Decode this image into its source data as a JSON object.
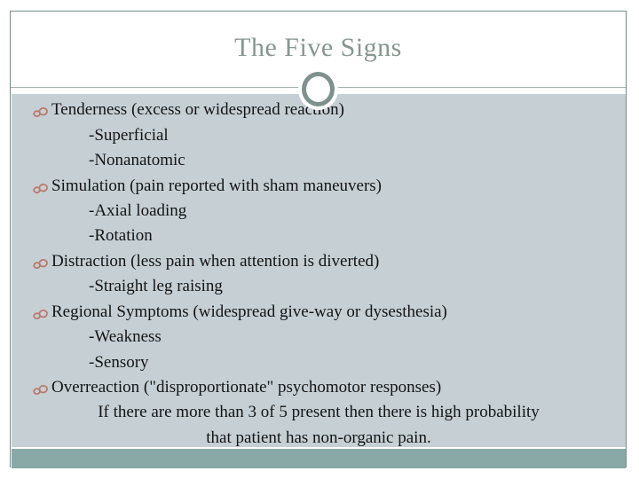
{
  "slide": {
    "title": "The Five Signs",
    "colors": {
      "frame-border": "#778a8a",
      "title-color": "#85978f",
      "rule-color": "#a2b0ad",
      "ring-color": "#7d918d",
      "panel-bg": "#c6d0d4",
      "band-color": "#89a9a7",
      "text-color": "#141414",
      "bullet-color": "#bb7a6e"
    },
    "lines": [
      {
        "type": "bullet",
        "text": "Tenderness (excess or widespread reaction)"
      },
      {
        "type": "sub",
        "text": "-Superficial"
      },
      {
        "type": "sub",
        "text": "-Nonanatomic"
      },
      {
        "type": "bullet",
        "text": "Simulation (pain reported with sham maneuvers)"
      },
      {
        "type": "sub",
        "text": "-Axial loading"
      },
      {
        "type": "sub",
        "text": "-Rotation"
      },
      {
        "type": "bullet",
        "text": "Distraction (less pain when attention is diverted)"
      },
      {
        "type": "sub",
        "text": "-Straight leg raising"
      },
      {
        "type": "bullet",
        "text": "Regional Symptoms (widespread give-way or dysesthesia)"
      },
      {
        "type": "sub",
        "text": "-Weakness"
      },
      {
        "type": "sub",
        "text": "-Sensory"
      },
      {
        "type": "bullet",
        "text": "Overreaction (\"disproportionate\" psychomotor responses)"
      },
      {
        "type": "center",
        "text": "If there are more than 3 of 5 present then there is high probability"
      },
      {
        "type": "center",
        "text": "that patient has non-organic pain."
      }
    ]
  }
}
